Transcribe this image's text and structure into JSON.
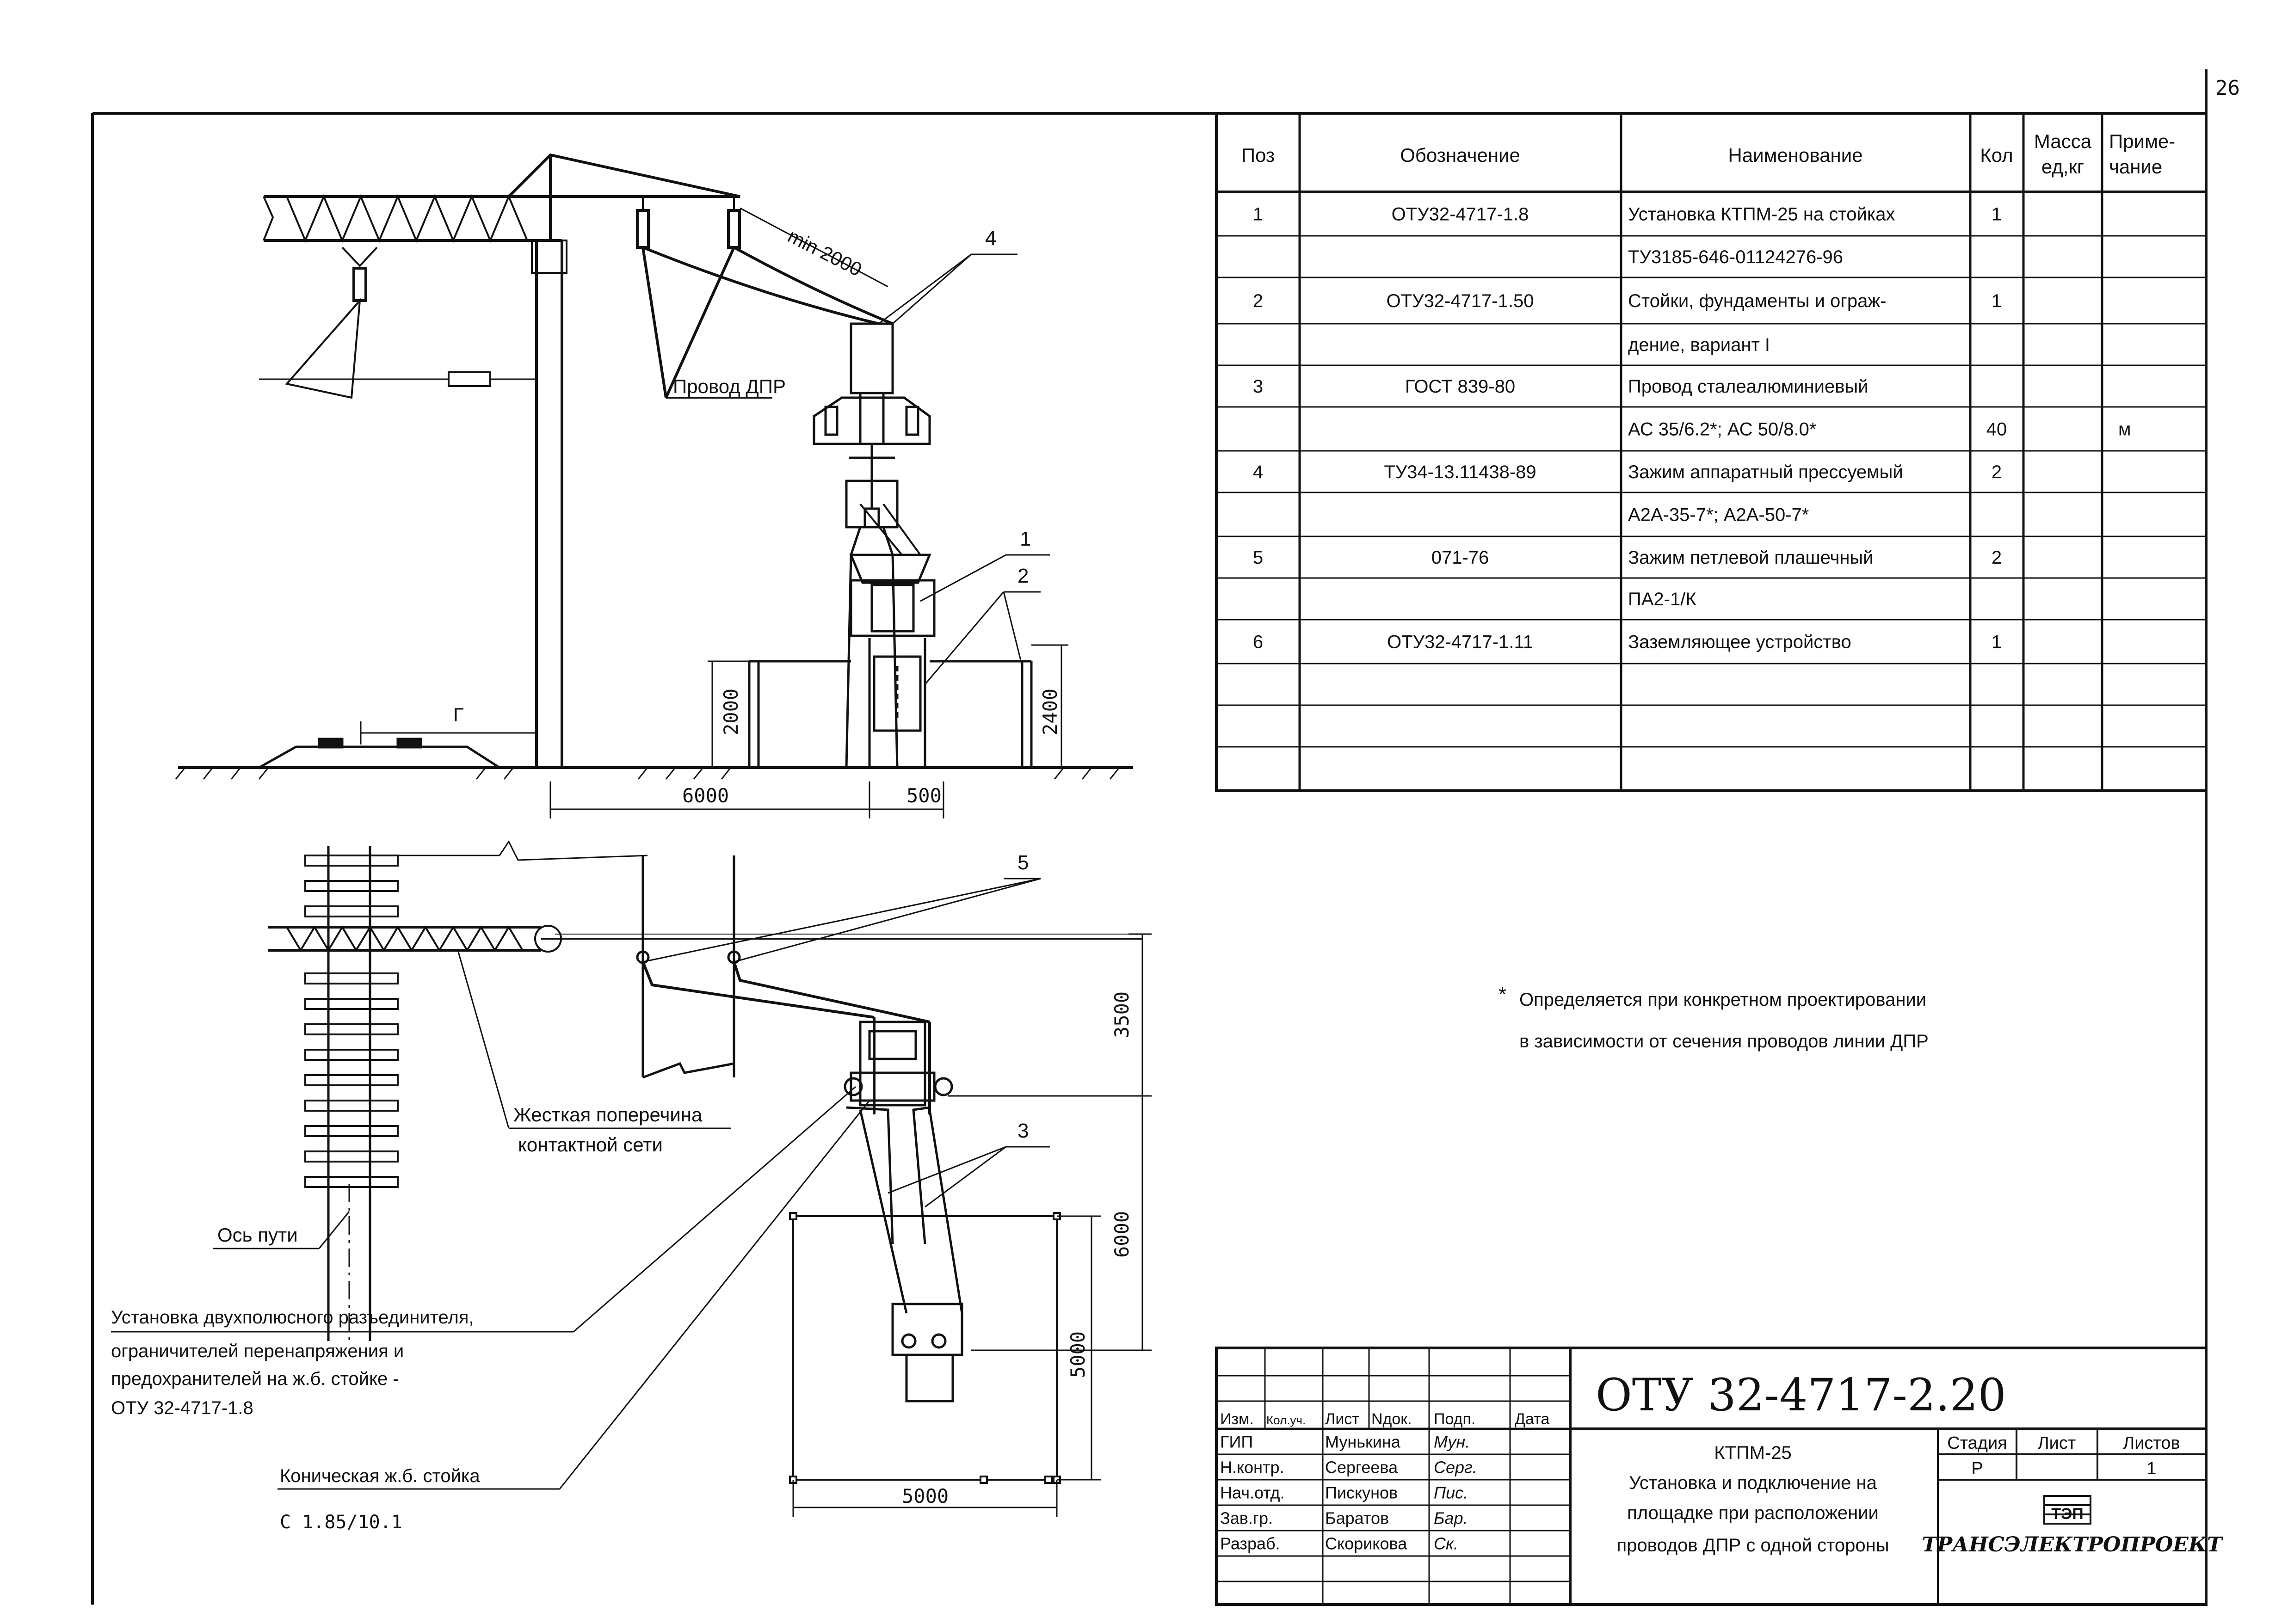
{
  "page_number": "26",
  "spec_table": {
    "headers": [
      "Поз",
      "Обозначение",
      "Наименование",
      "Кол",
      "Масса ед,кг",
      "Приме- чание"
    ],
    "header_lines": {
      "mass": [
        "Масса",
        "ед,кг"
      ],
      "note": [
        "Приме-",
        "чание"
      ]
    },
    "rows": [
      {
        "pos": "1",
        "code": "ОТУ32-4717-1.8",
        "name": "Установка КТПМ-25 на стойках",
        "qty": "1",
        "mass": "",
        "note": ""
      },
      {
        "pos": "",
        "code": "",
        "name": "ТУ3185-646-01124276-96",
        "qty": "",
        "mass": "",
        "note": ""
      },
      {
        "pos": "2",
        "code": "ОТУ32-4717-1.50",
        "name": "Стойки, фундаменты и ограж-",
        "qty": "1",
        "mass": "",
        "note": ""
      },
      {
        "pos": "",
        "code": "",
        "name": "дение, вариант I",
        "qty": "",
        "mass": "",
        "note": ""
      },
      {
        "pos": "3",
        "code": "ГОСТ 839-80",
        "name": "Провод сталеалюминиевый",
        "qty": "",
        "mass": "",
        "note": ""
      },
      {
        "pos": "",
        "code": "",
        "name": "АС 35/6.2*; АС 50/8.0*",
        "qty": "40",
        "mass": "",
        "note": "м"
      },
      {
        "pos": "4",
        "code": "ТУ34-13.11438-89",
        "name": "Зажим аппаратный прессуемый",
        "qty": "2",
        "mass": "",
        "note": ""
      },
      {
        "pos": "",
        "code": "",
        "name": "А2А-35-7*; А2А-50-7*",
        "qty": "",
        "mass": "",
        "note": ""
      },
      {
        "pos": "5",
        "code": "071-76",
        "name": "Зажим петлевой плашечный",
        "qty": "2",
        "mass": "",
        "note": ""
      },
      {
        "pos": "",
        "code": "",
        "name": "ПА2-1/К",
        "qty": "",
        "mass": "",
        "note": ""
      },
      {
        "pos": "6",
        "code": "ОТУ32-4717-1.11",
        "name": "Заземляющее устройство",
        "qty": "1",
        "mass": "",
        "note": ""
      },
      {
        "pos": "",
        "code": "",
        "name": "",
        "qty": "",
        "mass": "",
        "note": ""
      },
      {
        "pos": "",
        "code": "",
        "name": "",
        "qty": "",
        "mass": "",
        "note": ""
      },
      {
        "pos": "",
        "code": "",
        "name": "",
        "qty": "",
        "mass": "",
        "note": ""
      }
    ]
  },
  "footnote": {
    "star": "*",
    "line1": "Определяется при конкретном проектировании",
    "line2": "в зависимости от сечения проводов линии ДПР"
  },
  "elevation_view": {
    "wire_label": "Провод ДПР",
    "min_clearance": "min 2000",
    "callout_4": "4",
    "callout_1": "1",
    "callout_2": "2",
    "dim_height_fence": "2000",
    "dim_height_post": "2400",
    "dim_span": "6000",
    "dim_offset": "500",
    "dim_gauge": "Г"
  },
  "plan_view": {
    "callout_5": "5",
    "callout_3": "3",
    "dim_3500": "3500",
    "dim_6000": "6000",
    "dim_5000_v": "5000",
    "dim_5000_h": "5000",
    "beam_label_1": "Жесткая поперечина",
    "beam_label_2": "контактной сети",
    "track_axis": "Ось пути"
  },
  "side_notes": {
    "installation_1": "Установка двухполюсного разъединителя,",
    "installation_2": "ограничителей перенапряжения и",
    "installation_3": "предохранителей на ж.б. стойке -",
    "installation_4": "ОТУ 32-4717-1.8",
    "pole_label": "Коническая ж.б. стойка",
    "pole_code": "С 1.85/10.1"
  },
  "title_block": {
    "doc_number": "ОТУ 32-4717-2.20",
    "headers": [
      "Изм.",
      "Кол.уч.",
      "Лист",
      "Nдок.",
      "Подп.",
      "Дата"
    ],
    "staff": [
      {
        "role": "ГИП",
        "name": "Мунькина",
        "sign": "Мун."
      },
      {
        "role": "Н.контр.",
        "name": "Сергеева",
        "sign": "Серг."
      },
      {
        "role": "Нач.отд.",
        "name": "Пискунов",
        "sign": "Пиc."
      },
      {
        "role": "Зав.гр.",
        "name": "Баратов",
        "sign": "Бар."
      },
      {
        "role": "Разраб.",
        "name": "Скорикова",
        "sign": "Ск."
      }
    ],
    "title_lines": [
      "КТПМ-25",
      "Установка и подключение на",
      "площадке при расположении",
      "проводов ДПР с одной стороны"
    ],
    "stage_label": "Стадия",
    "sheet_label": "Лист",
    "sheets_label": "Листов",
    "stage": "Р",
    "sheet": "",
    "sheets": "1",
    "company": "ТРАНСЭЛЕКТРОПРОЕКТ",
    "company_logo_text": "ТЭП"
  }
}
